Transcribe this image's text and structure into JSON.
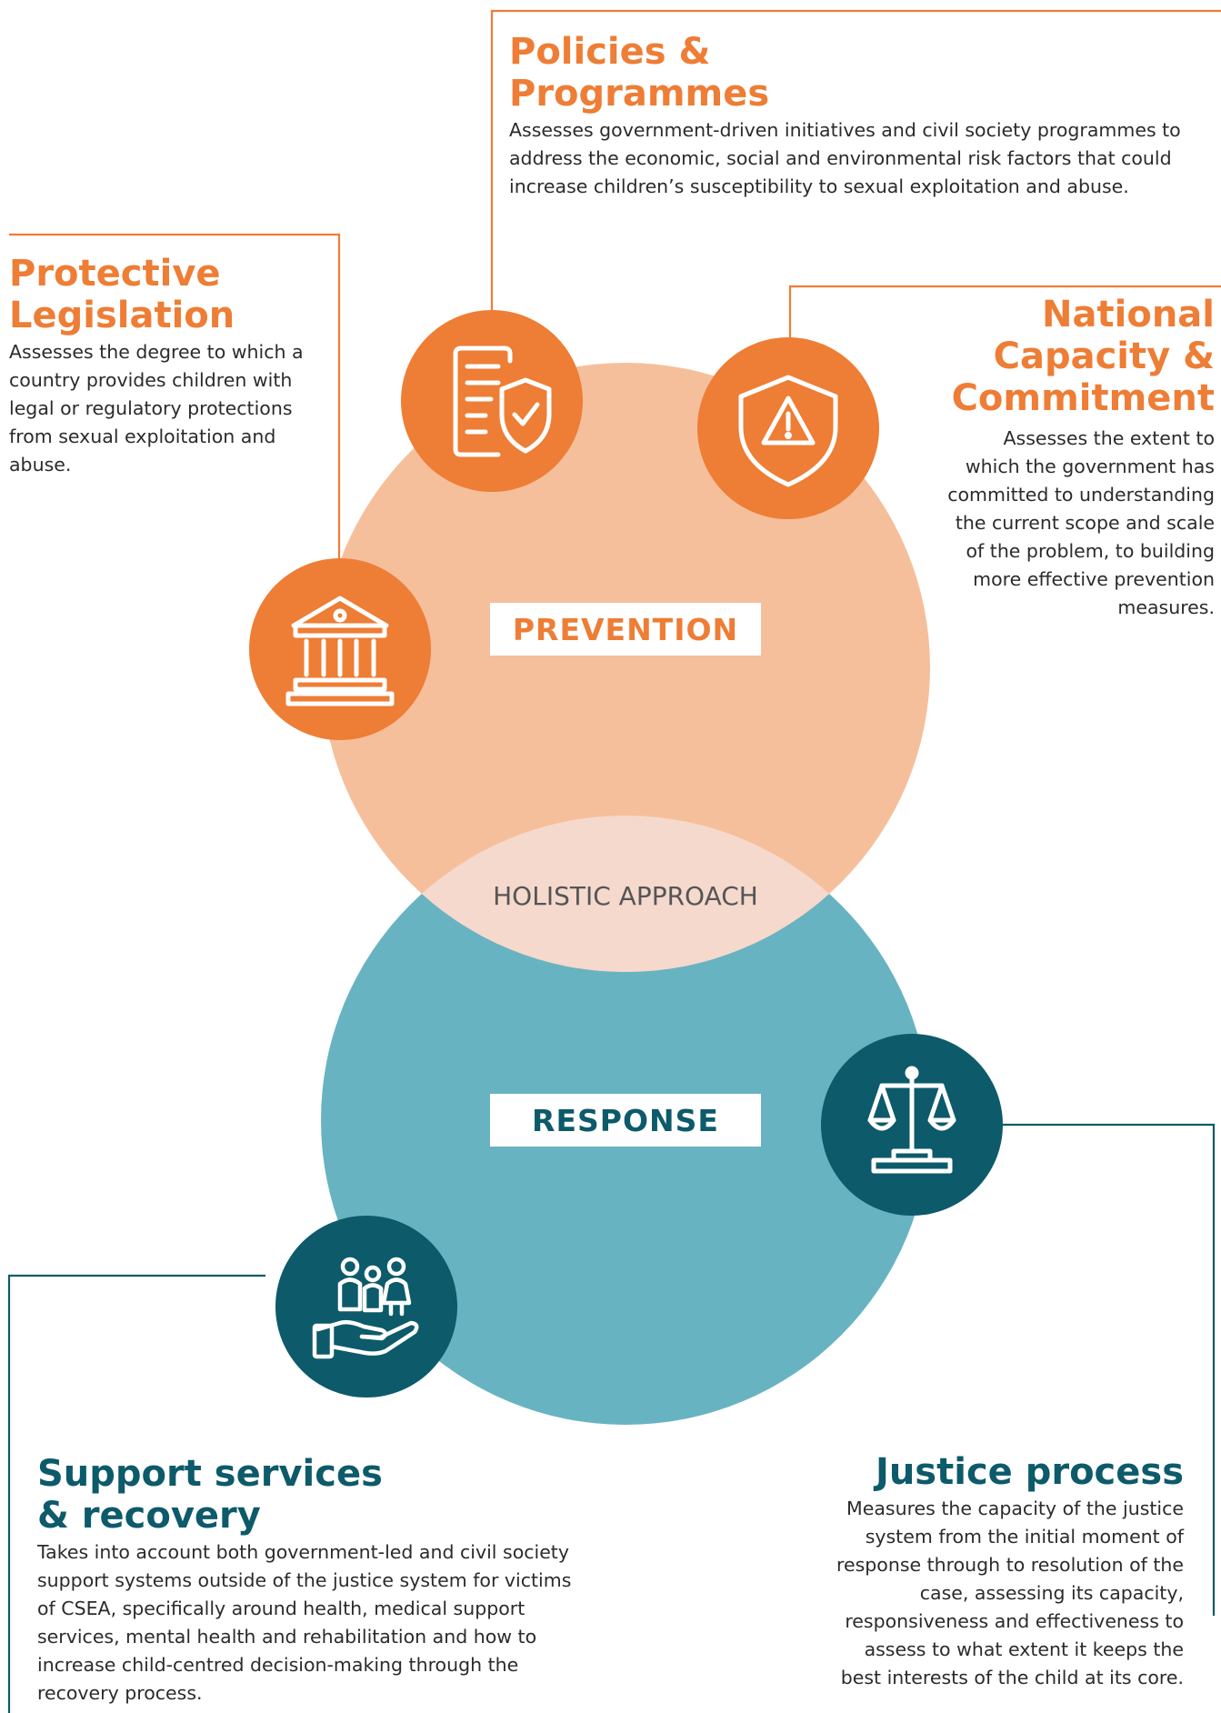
{
  "center": {
    "prevention_label": "PREVENTION",
    "response_label": "RESPONSE",
    "overlap_label": "HOLISTIC APPROACH"
  },
  "pillars": {
    "policies": {
      "title_line1": "Policies &",
      "title_line2": "Programmes",
      "description": "Assesses government-driven initiatives and civil society programmes to address the economic, social and environmental risk factors that could increase children’s susceptibility to sexual exploitation and abuse."
    },
    "legislation": {
      "title_line1": "Protective",
      "title_line2": "Legislation",
      "description": "Assesses the degree to which a country provides children with legal or regulatory protections from sexual exploitation and abuse."
    },
    "capacity": {
      "title_line1": "National",
      "title_line2": "Capacity &",
      "title_line3": "Commitment",
      "description": "Assesses the extent to which the government has committed to understanding the current scope and scale of the problem, to building more effective prevention measures."
    },
    "justice": {
      "title": "Justice process",
      "description": "Measures the capacity of the justice system from the initial moment of response through to resolution of the case, assessing its capacity, responsiveness and effectiveness to assess to what extent it keeps the best interests of the child at its core."
    },
    "support": {
      "title_line1": "Support services",
      "title_line2": "& recovery",
      "description": "Takes into account both government-led and civil society support systems outside of the justice system for victims of CSEA, specifically around health, medical support services, mental health and rehabilitation and how to increase child-centred decision-making through the recovery process."
    }
  },
  "colors": {
    "orange": "#EE7D35",
    "peach": "#F6BF9B",
    "overlap": "#F5D9CD",
    "teal_light": "#68B3C2",
    "teal_dark": "#0D5A6A"
  },
  "icons": {
    "policies": "document-shield-icon",
    "legislation": "courthouse-icon",
    "capacity": "warning-shield-icon",
    "justice": "scales-icon",
    "support": "hand-people-icon"
  }
}
